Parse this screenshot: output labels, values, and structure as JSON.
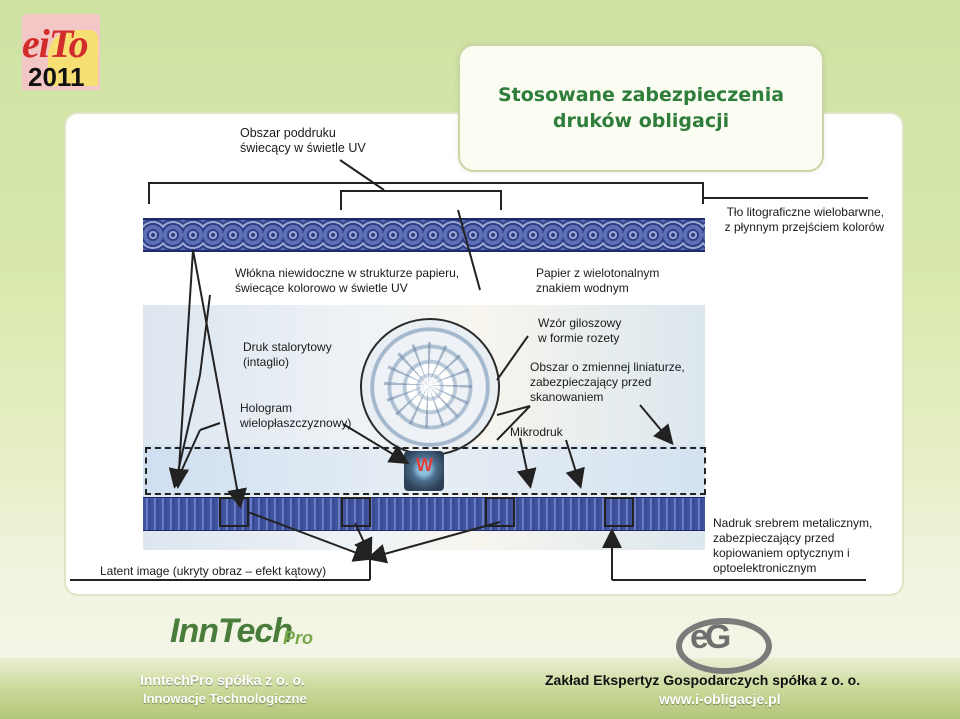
{
  "logo": {
    "text": "eiTo",
    "year": "2011"
  },
  "title": {
    "line1": "Stosowane zabezpieczenia",
    "line2": "druków obligacji"
  },
  "labels": {
    "uv_overprint": [
      "Obszar poddruku",
      "świecący w świetle UV"
    ],
    "litho_bg": [
      "Tło litograficzne wielobarwne,",
      "z płynnym przejściem kolorów"
    ],
    "fibers": [
      "Włókna niewidoczne w strukturze papieru,",
      "świecące kolorowo w świetle UV"
    ],
    "watermark": [
      "Papier z wielotonalnym",
      "znakiem wodnym"
    ],
    "intaglio": [
      "Druk stalorytowy",
      "(intaglio)"
    ],
    "hologram": [
      "Hologram",
      "wielopłaszczyznowy)"
    ],
    "guilloche": [
      "Wzór giloszowy",
      "w formie rozety"
    ],
    "variable_lines": [
      "Obszar o zmiennej liniaturze,",
      "zabezpieczający przed",
      "skanowaniem"
    ],
    "microprint": [
      "Mikrodruk"
    ],
    "latent": [
      "Latent image (ukryty obraz – efekt kątowy)"
    ],
    "silver": [
      "Nadruk srebrem metalicznym,",
      "zabezpieczający przed",
      "kopiowaniem optycznym i",
      "optoelektronicznym"
    ]
  },
  "footer": {
    "left_logo": "InnTech",
    "left_logo_suffix": "Pro",
    "left_name": "InntechPro spółka z o. o.",
    "left_sub": "Innowacje Technologiczne",
    "right_name": "Zakład Ekspertyz Gospodarczych spółka z o. o.",
    "right_url": "www.i-obligacje.pl",
    "right_logo": "eG"
  },
  "colors": {
    "title": "#2e7d3a",
    "bond_blue": "#4154a0",
    "logo_red": "#d22b2b"
  }
}
